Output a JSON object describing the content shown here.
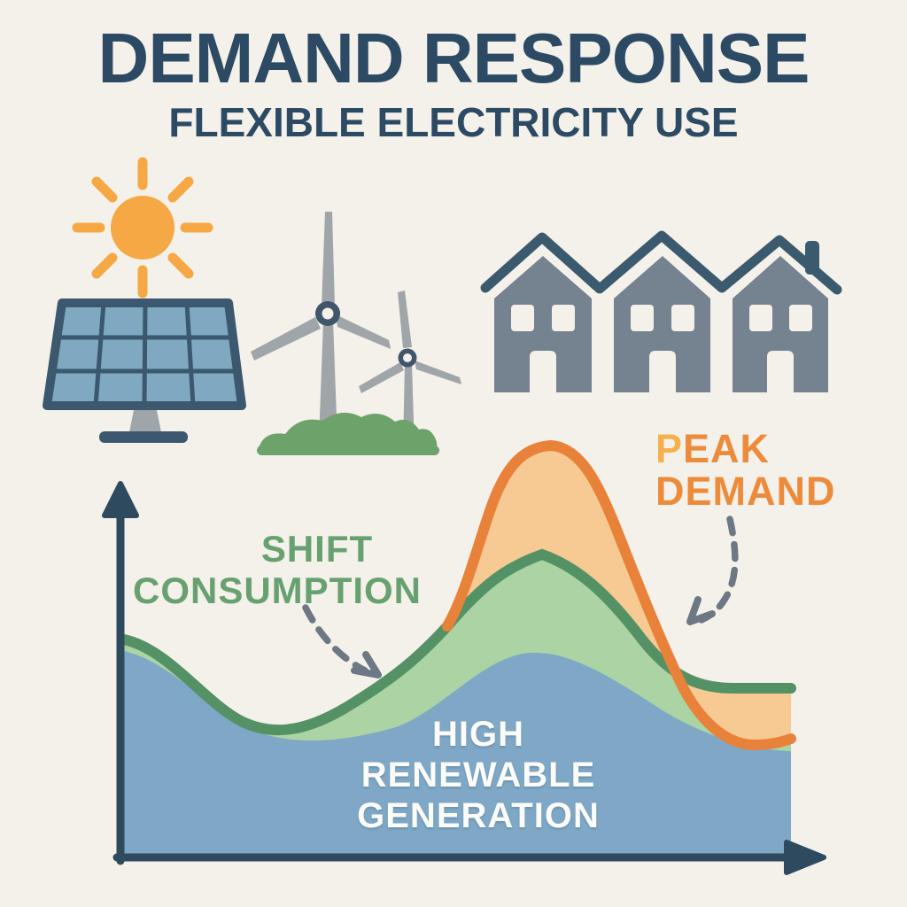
{
  "title": "DEMAND RESPONSE",
  "subtitle": "FLEXIBLE ELECTRICITY USE",
  "icons": [
    "sun-icon",
    "solar-panel-icon",
    "wind-turbines-icon",
    "houses-icon"
  ],
  "labels": {
    "shift": {
      "lines": [
        "SHIFT",
        "CONSUMPTION"
      ],
      "color": "#68a171"
    },
    "peak": {
      "lines": [
        "PEAK",
        "DEMAND"
      ],
      "color": "#ed8b3c"
    },
    "renewable": {
      "lines": [
        "HIGH",
        "RENEWABLE",
        "GENERATION"
      ],
      "color": "#fcfbf7"
    }
  },
  "colors": {
    "background": "#f4f1ea",
    "title_color": "#2c4a63",
    "axis_color": "#2e4a5e",
    "arrow_color": "#6d7884",
    "sun": "#f5a843",
    "panel_cell": "#7fa9c0",
    "panel_frame": "#3b586e",
    "turbine_gray": "#9fa5a9",
    "hub": "#41566a",
    "grass": "#6da26b",
    "house_body": "#75828f",
    "roof": "#3b5a6e",
    "peak_line": "#e8823a",
    "peak_fill": "#f7c993",
    "peak_text": "#ed8b3c",
    "peak_text_first_letter": "#f5b14e",
    "shift_line": "#549165",
    "shift_fill": "#abd3a3",
    "shift_text": "#68a171",
    "renewable_fill": "#7ea8c5",
    "renewable_text": "#fcfbf7"
  },
  "chart_data": {
    "type": "area",
    "title": "Demand response concept chart (axes unlabeled, arrows on both axes)",
    "xlabel": "",
    "ylabel": "",
    "x_normalized": [
      0,
      0.1,
      0.2,
      0.3,
      0.4,
      0.5,
      0.6,
      0.7,
      0.8,
      0.9,
      1.0
    ],
    "ylim": [
      0,
      100
    ],
    "grid": false,
    "legend": "inline annotations with dashed arrows",
    "series": [
      {
        "name": "HIGH RENEWABLE GENERATION",
        "type": "area",
        "line_color": "#7ea8c5",
        "fill_color": "#7ea8c5",
        "values": [
          50,
          41,
          30,
          31,
          31,
          39,
          49,
          46,
          36,
          28,
          26
        ]
      },
      {
        "name": "SHIFT CONSUMPTION",
        "type": "area",
        "line_color": "#549165",
        "fill_color": "#abd3a3",
        "values": [
          53,
          44,
          33,
          33,
          43,
          58,
          72,
          65,
          48,
          41,
          41
        ]
      },
      {
        "name": "PEAK DEMAND",
        "type": "area-band-above-shifted-curve",
        "line_color": "#e8823a",
        "fill_color": "#f7c993",
        "values": [
          null,
          null,
          null,
          null,
          null,
          63,
          98,
          90,
          59,
          28,
          29
        ],
        "peak_value": 99
      }
    ],
    "annotations": [
      {
        "text": "SHIFT CONSUMPTION",
        "color": "#68a171",
        "arrow": "dashed gray arrow pointing down-right to rising green curve"
      },
      {
        "text": "PEAK DEMAND",
        "color": "#ed8b3c",
        "arrow": "dashed gray arrow pointing down-left to orange peak right flank"
      },
      {
        "text": "HIGH RENEWABLE GENERATION",
        "color": "#fcfbf7",
        "arrow": "none, text inside blue area"
      }
    ]
  }
}
